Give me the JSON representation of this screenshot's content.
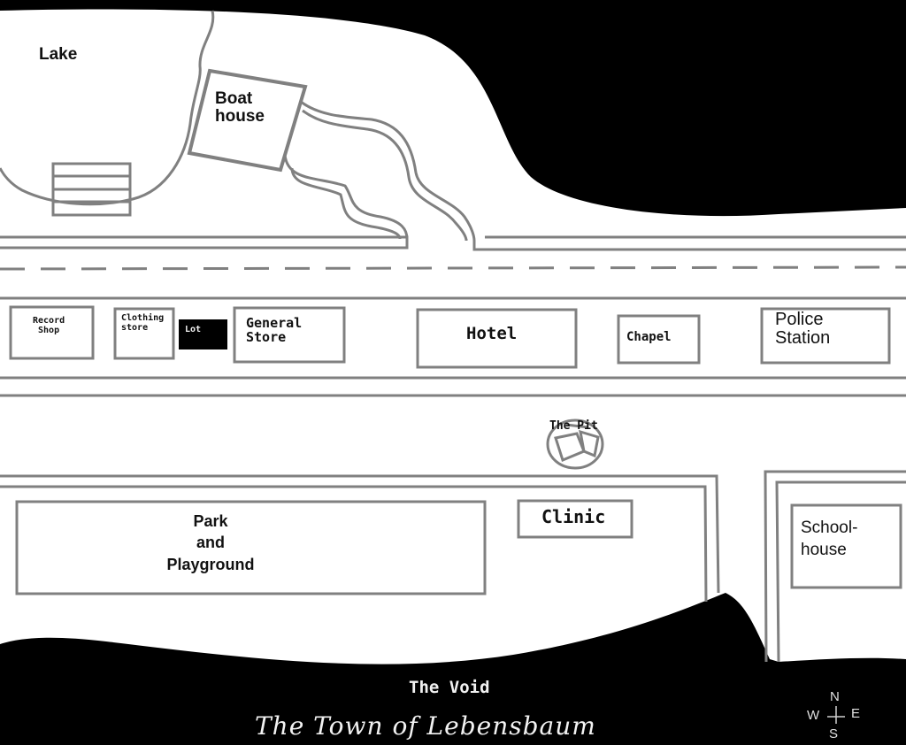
{
  "map": {
    "title": "The Town of Lebensbaum",
    "void_label": "The Void",
    "lake": "Lake",
    "places": {
      "boathouse": "Boat\nhouse",
      "record_shop": "Record\nShop",
      "clothing_store": "Clothing\nstore",
      "lot": "Lot",
      "general_store": "General\nStore",
      "hotel": "Hotel",
      "chapel": "Chapel",
      "police_station": "Police\nStation",
      "the_pit": "The Pit",
      "park": "Park\nand\nPlayground",
      "clinic": "Clinic",
      "schoolhouse": "School-\nhouse"
    },
    "compass": {
      "n": "N",
      "w": "W",
      "e": "E",
      "s": "S"
    }
  },
  "colors": {
    "land": "#ffffff",
    "void": "#000000",
    "outline": "#808080",
    "lot": "#000000"
  }
}
